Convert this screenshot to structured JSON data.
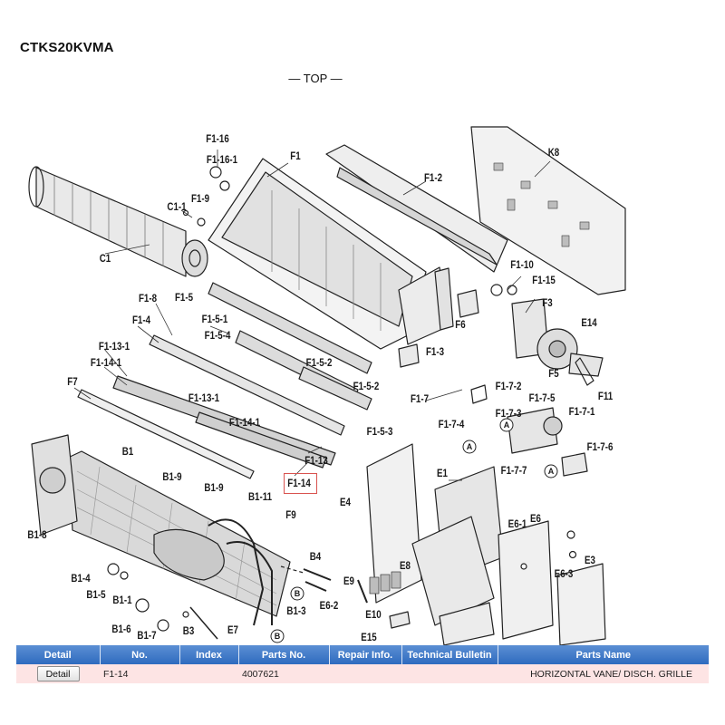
{
  "model": "CTKS20KVMA",
  "view_label": "— TOP —",
  "diagram": {
    "part_labels": [
      "F1-16",
      "F1",
      "F1-2",
      "K8",
      "F1-16-1",
      "F1-9",
      "C1-1",
      "C1",
      "F1-10",
      "F1-15",
      "F1-8",
      "F1-5",
      "F3",
      "F1-5-1",
      "F1-4",
      "F6",
      "F1-5-4",
      "E14",
      "F1-13-1",
      "F1-3",
      "F1-14-1",
      "F1-5-2",
      "F5",
      "F11",
      "F7",
      "F1-7-2",
      "F1-5-2",
      "F1-7-5",
      "F1-7",
      "F1-13-1",
      "F1-7-3",
      "F1-7-1",
      "F1-14-1",
      "F1-7-4",
      "F1-5-3",
      "F1-13",
      "F1-7-6",
      "B1",
      "F1-7-7",
      "E1",
      "F1-14",
      "B1-9",
      "B1-9",
      "E4",
      "B1-11",
      "E6-1",
      "E6",
      "F9",
      "B1-8",
      "B4",
      "E8",
      "E9",
      "B1-4",
      "E6-3",
      "E3",
      "B1-5",
      "E6-2",
      "B1-1",
      "B1-3",
      "E10",
      "B1-6",
      "B1-7",
      "B3",
      "E7",
      "E15"
    ],
    "connector_labels": [
      "A",
      "A",
      "A",
      "B",
      "B"
    ]
  },
  "table": {
    "headers": [
      "Detail",
      "No.",
      "Index",
      "Parts No.",
      "Repair Info.",
      "Technical Bulletin",
      "Parts Name"
    ],
    "rows": [
      {
        "detail_button": "Detail",
        "no": "F1-14",
        "index": "",
        "parts_no": "4007621",
        "repair_info": "",
        "technical_bulletin": "",
        "parts_name": "HORIZONTAL VANE/ DISCH. GRILLE"
      }
    ]
  },
  "colors": {
    "header_blue": "#3a78c9",
    "row_highlight": "#fde4e4",
    "selected_outline": "#d9534f"
  }
}
